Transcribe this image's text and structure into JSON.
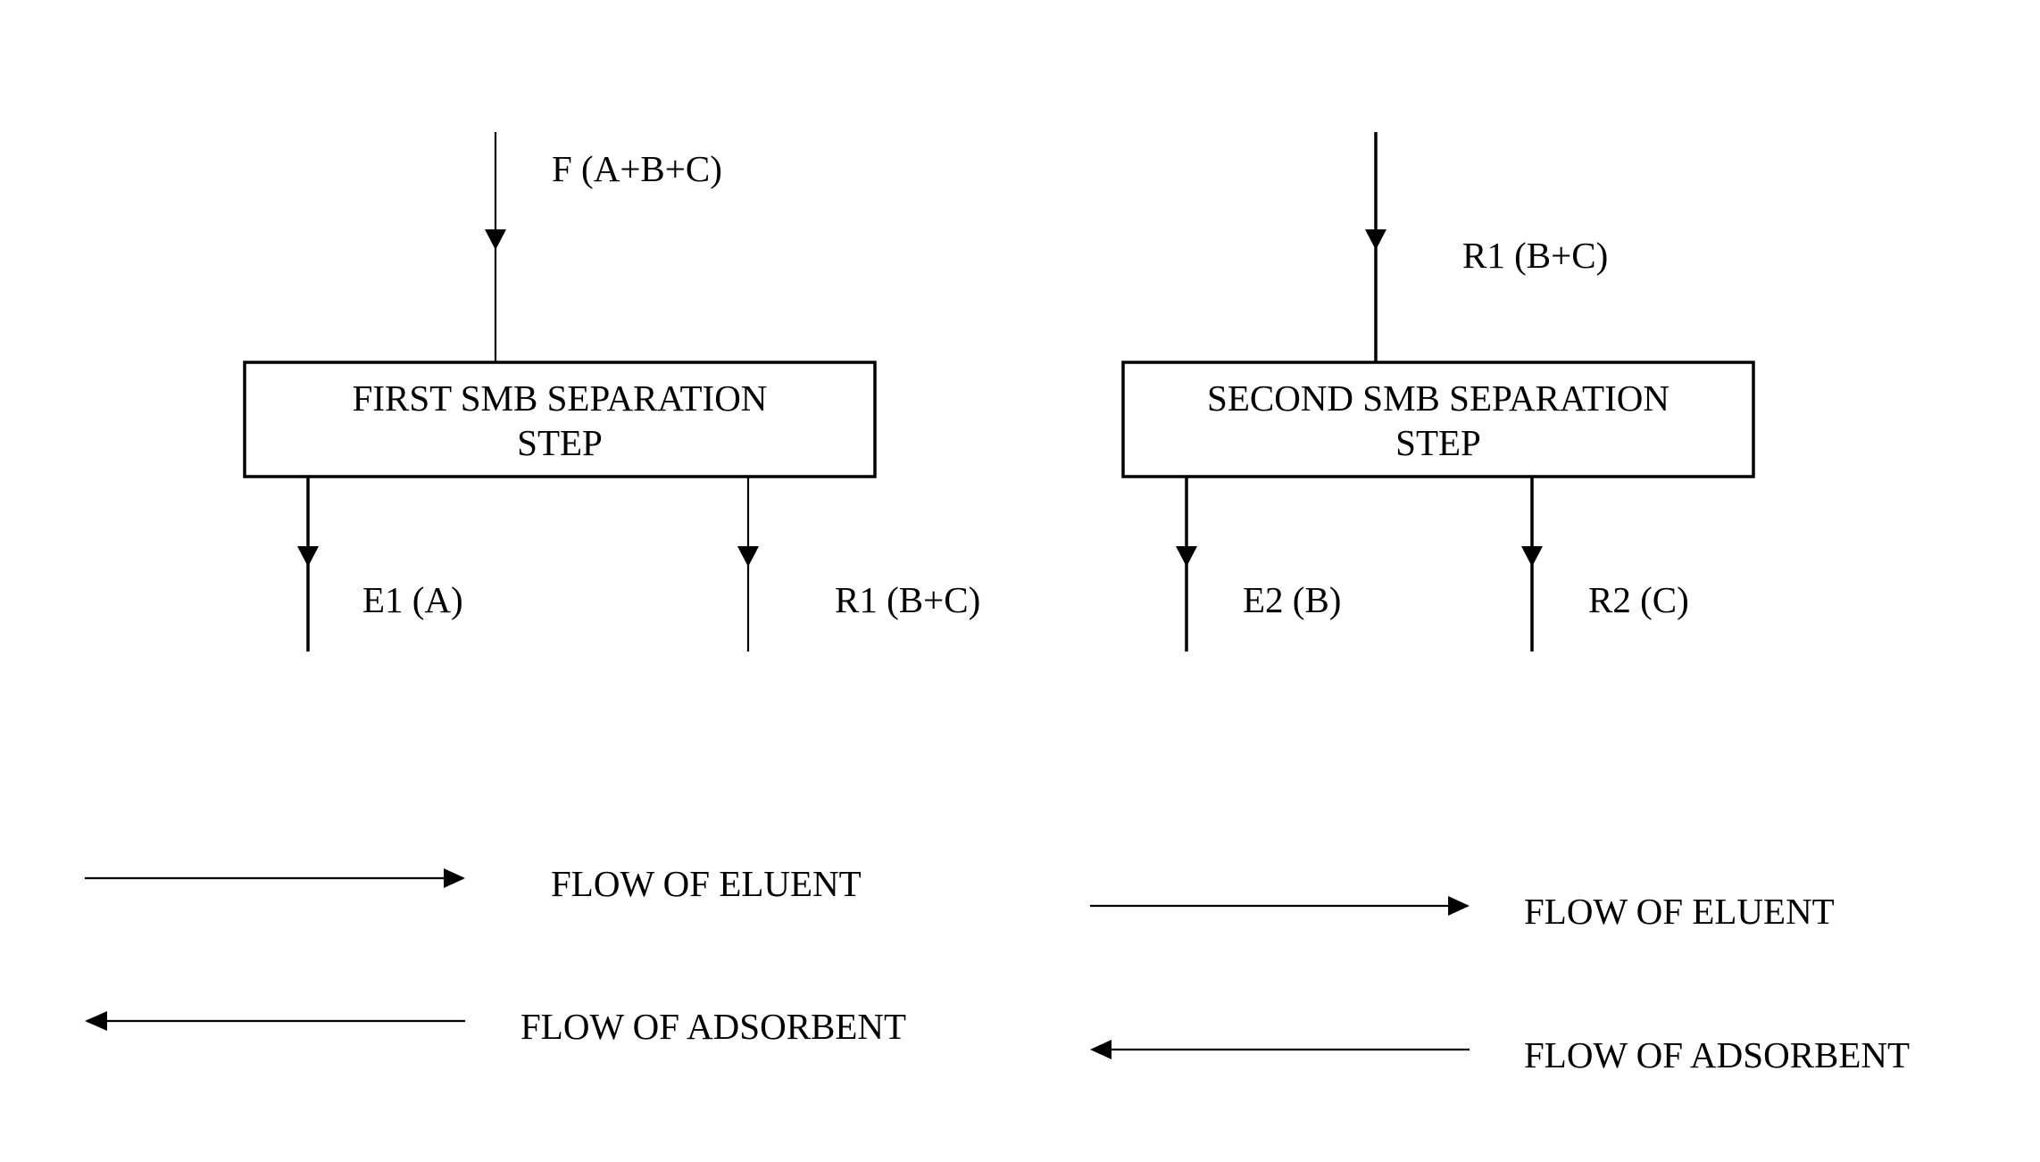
{
  "step1": {
    "title_line1": "FIRST SMB SEPARATION",
    "title_line2": "STEP",
    "feed": "F (A+B+C)",
    "extract": "E1 (A)",
    "raffinate": "R1 (B+C)"
  },
  "step2": {
    "title_line1": "SECOND SMB SEPARATION",
    "title_line2": "STEP",
    "feed": "R1 (B+C)",
    "extract": "E2 (B)",
    "raffinate": "R2 (C)"
  },
  "legend_left": {
    "eluent": "FLOW OF ELUENT",
    "adsorbent": "FLOW OF ADSORBENT"
  },
  "legend_right": {
    "eluent": "FLOW OF ELUENT",
    "adsorbent": "FLOW OF ADSORBENT"
  }
}
